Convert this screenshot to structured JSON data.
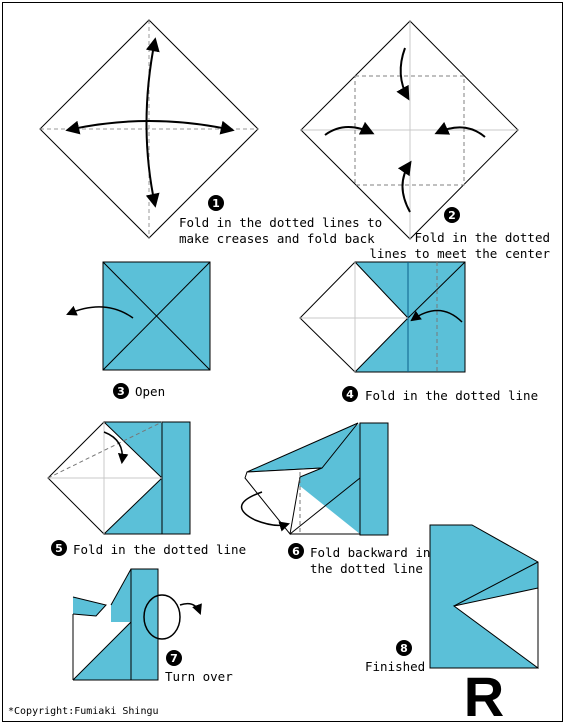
{
  "colors": {
    "paper_blue": "#5bc0d8",
    "paper_white": "#ffffff",
    "crease": "#9a9a9a",
    "line": "#000000"
  },
  "steps": [
    {
      "num": "1",
      "text": [
        "Fold in the dotted lines to",
        "make creases and fold back"
      ]
    },
    {
      "num": "2",
      "text": [
        "Fold in the dotted",
        "lines to meet the center"
      ]
    },
    {
      "num": "3",
      "text": [
        "Open"
      ]
    },
    {
      "num": "4",
      "text": [
        "Fold in the dotted line"
      ]
    },
    {
      "num": "5",
      "text": [
        "Fold in the dotted line"
      ]
    },
    {
      "num": "6",
      "text": [
        "Fold backward in",
        "the dotted line"
      ]
    },
    {
      "num": "7",
      "text": [
        "Turn over"
      ]
    },
    {
      "num": "8",
      "text": [
        "Finished"
      ]
    }
  ],
  "result_letter": "R",
  "copyright": "*Copyright:Fumiaki Shingu"
}
